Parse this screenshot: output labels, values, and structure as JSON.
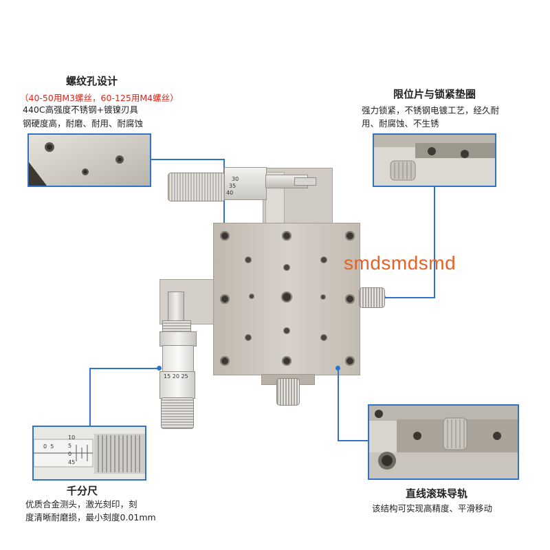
{
  "callouts": {
    "top_left": {
      "title": "螺纹孔设计",
      "note": "（40-50用M3螺丝，60-125用M4螺丝）",
      "line1": "440C高强度不锈钢+镀镍刃具",
      "line2": "钢硬度高，耐磨、耐用、耐腐蚀"
    },
    "top_right": {
      "title": "限位片与锁紧垫圈",
      "line1": "强力锁紧，不锈钢电镀工艺，经久耐",
      "line2": "用、耐腐蚀、不生锈"
    },
    "bottom_left": {
      "title": "千分尺",
      "line1": "优质合金测头，激光刻印，刻",
      "line2": "度清晰耐磨损，最小刻度0.01mm"
    },
    "bottom_right": {
      "title": "直线滚珠导轨",
      "line1": "该结构可实现高精度、平滑移动"
    }
  },
  "watermark": "smdsmdsmd",
  "micrometer_top_scale": [
    "30",
    "35",
    "40"
  ],
  "micrometer_left_scale": [
    "25",
    "20",
    "15"
  ],
  "micrometer_inset_scale": [
    "10",
    "5",
    "0",
    "45"
  ],
  "micrometer_inset_main": [
    "0",
    "5"
  ],
  "colors": {
    "accent": "#2f73c8",
    "note": "#d9261c",
    "watermark": "#e2622a",
    "stage": "#c9c4bb"
  }
}
